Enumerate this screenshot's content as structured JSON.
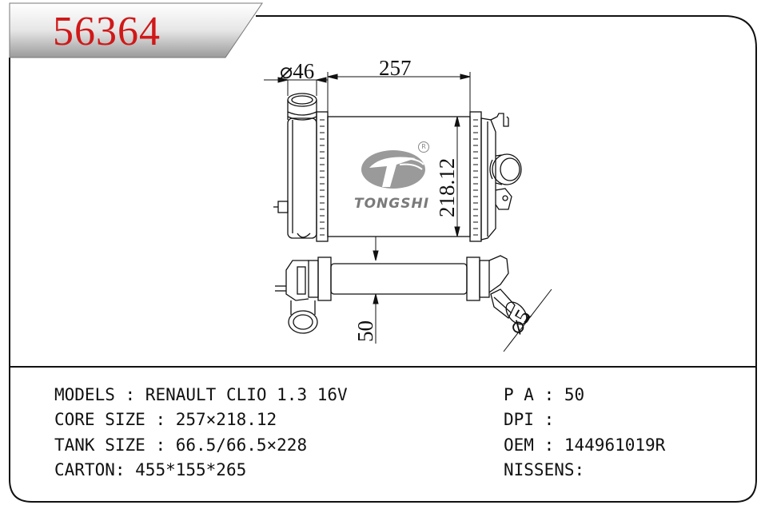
{
  "header": {
    "part_number": "56364"
  },
  "drawing": {
    "dim_inlet_diameter": "⌀46",
    "dim_core_width": "257",
    "dim_core_height": "218.12",
    "dim_depth": "50",
    "dim_outlet_diameter": "⌀5",
    "brand_logo_text": "TONGSHI",
    "registered_mark": "R"
  },
  "specs": {
    "models_label": "MODELS",
    "models_value": "RENAULT CLIO 1.3 16V",
    "core_size_label": "CORE SIZE",
    "core_size_value": "257×218.12",
    "tank_size_label": "TANK SIZE",
    "tank_size_value": "66.5/66.5×228",
    "carton_label": "CARTON",
    "carton_value": "455*155*265",
    "pa_label": "P A",
    "pa_value": "50",
    "dpi_label": "DPI",
    "dpi_value": "",
    "oem_label": "OEM",
    "oem_value": "144961019R",
    "nissens_label": "NISSENS",
    "nissens_value": ""
  }
}
